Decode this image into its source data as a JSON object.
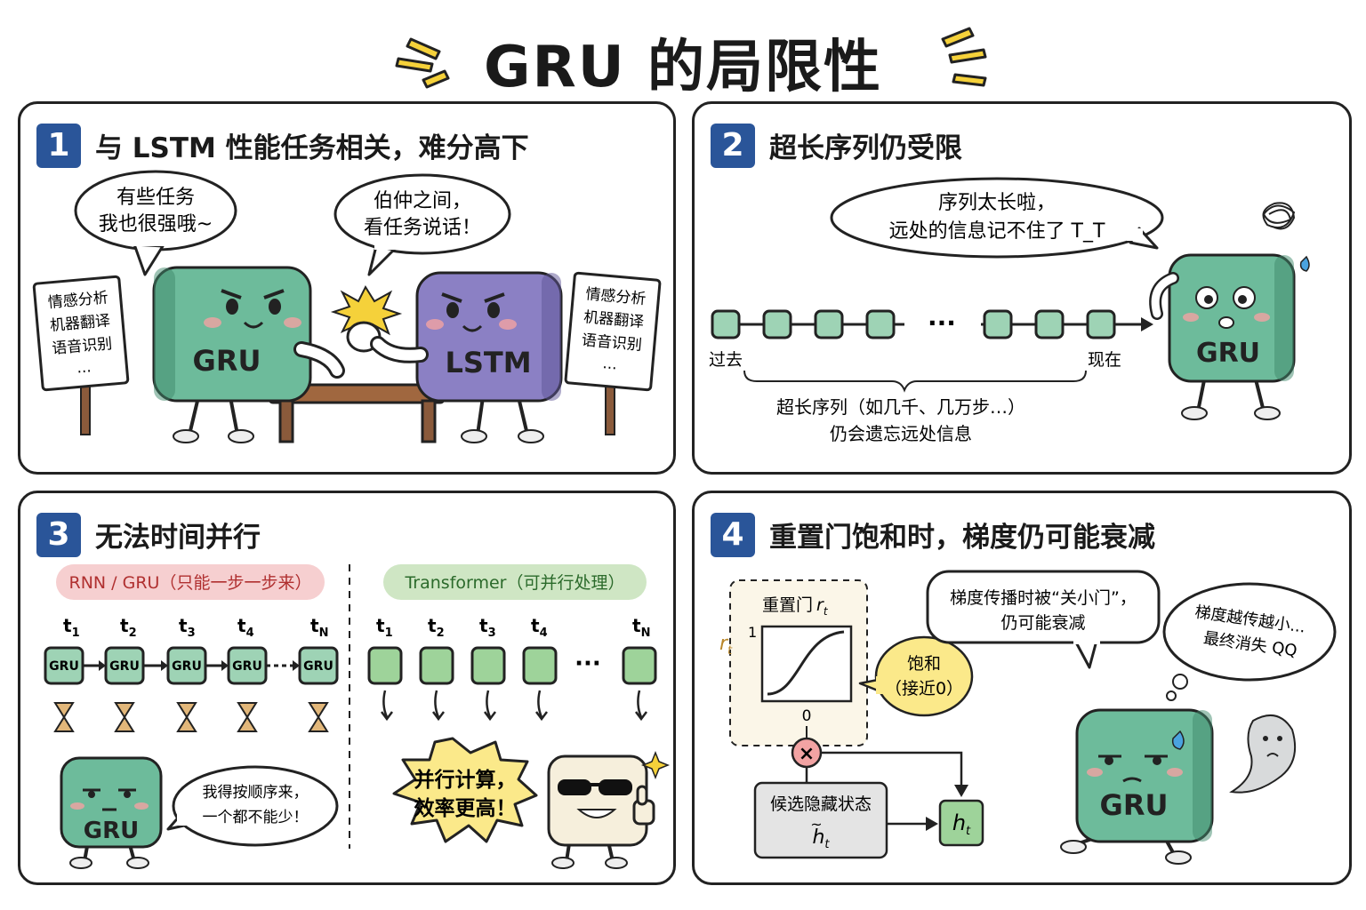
{
  "title": "GRU 的局限性",
  "panel1": {
    "number": "1",
    "title": "与 LSTM 性能任务相关，难分高下",
    "bubble_left": [
      "有些任务",
      "我也很强哦~"
    ],
    "bubble_right": [
      "伯仲之间，",
      "看任务说话！"
    ],
    "sign_lines": [
      "情感分析",
      "机器翻译",
      "语音识别",
      "..."
    ],
    "gru_label": "GRU",
    "lstm_label": "LSTM"
  },
  "panel2": {
    "number": "2",
    "title": "超长序列仍受限",
    "bubble": [
      "序列太长啦，",
      "远处的信息记不住了 T_T"
    ],
    "past": "过去",
    "now": "现在",
    "dots": "···",
    "caption": [
      "超长序列（如几千、几万步…）",
      "仍会遗忘远处信息"
    ],
    "gru_label": "GRU"
  },
  "panel3": {
    "number": "3",
    "title": "无法时间并行",
    "rnn_label": "RNN / GRU（只能一步一步来）",
    "transformer_label": "Transformer（可并行处理）",
    "steps_left": [
      {
        "t": "t",
        "sub": "1"
      },
      {
        "t": "t",
        "sub": "2"
      },
      {
        "t": "t",
        "sub": "3"
      },
      {
        "t": "t",
        "sub": "4"
      },
      {
        "t": "t",
        "sub": "N"
      }
    ],
    "steps_right": [
      {
        "t": "t",
        "sub": "1"
      },
      {
        "t": "t",
        "sub": "2"
      },
      {
        "t": "t",
        "sub": "3"
      },
      {
        "t": "t",
        "sub": "4"
      },
      {
        "t": "t",
        "sub": "N"
      }
    ],
    "cell_label": "GRU",
    "dots": "···",
    "bubble": [
      "我得按顺序来，",
      "一个都不能少！"
    ],
    "burst": [
      "并行计算，",
      "效率更高！"
    ],
    "gru_label": "GRU"
  },
  "panel4": {
    "number": "4",
    "title": "重置门饱和时，梯度仍可能衰减",
    "gate_label": "重置门",
    "r_symbol": "r",
    "r_sub": "t",
    "one": "1",
    "zero": "0",
    "multiply": "×",
    "saturate": [
      "饱和",
      "（接近0）"
    ],
    "candidate_label": "候选隐藏状态",
    "h_symbol": "h",
    "h_sub": "t",
    "grad_bubble": [
      "梯度传播时被“关小门”，",
      "仍可能衰减"
    ],
    "thought": [
      "梯度越传越小...",
      "最终消失 QQ"
    ],
    "gru_label": "GRU"
  },
  "colors": {
    "gru_green": "#6dbb9b",
    "gru_dark": "#3f8a6c",
    "lstm_purple": "#8b80c4",
    "badge_blue": "#2a5599",
    "rnn_pill": "#f6cfd0",
    "transformer_pill": "#cfe6c4",
    "cell_green": "#9ed39a",
    "burst_yellow": "#fbe98a"
  }
}
